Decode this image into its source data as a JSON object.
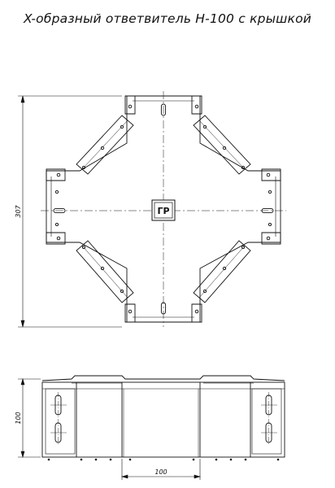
{
  "title": "X-образный ответвитель Н-100 с крышкой",
  "dimensions": {
    "overall_height": "307",
    "side_height": "100",
    "side_width": "100"
  },
  "logo_text": "ГР"
}
